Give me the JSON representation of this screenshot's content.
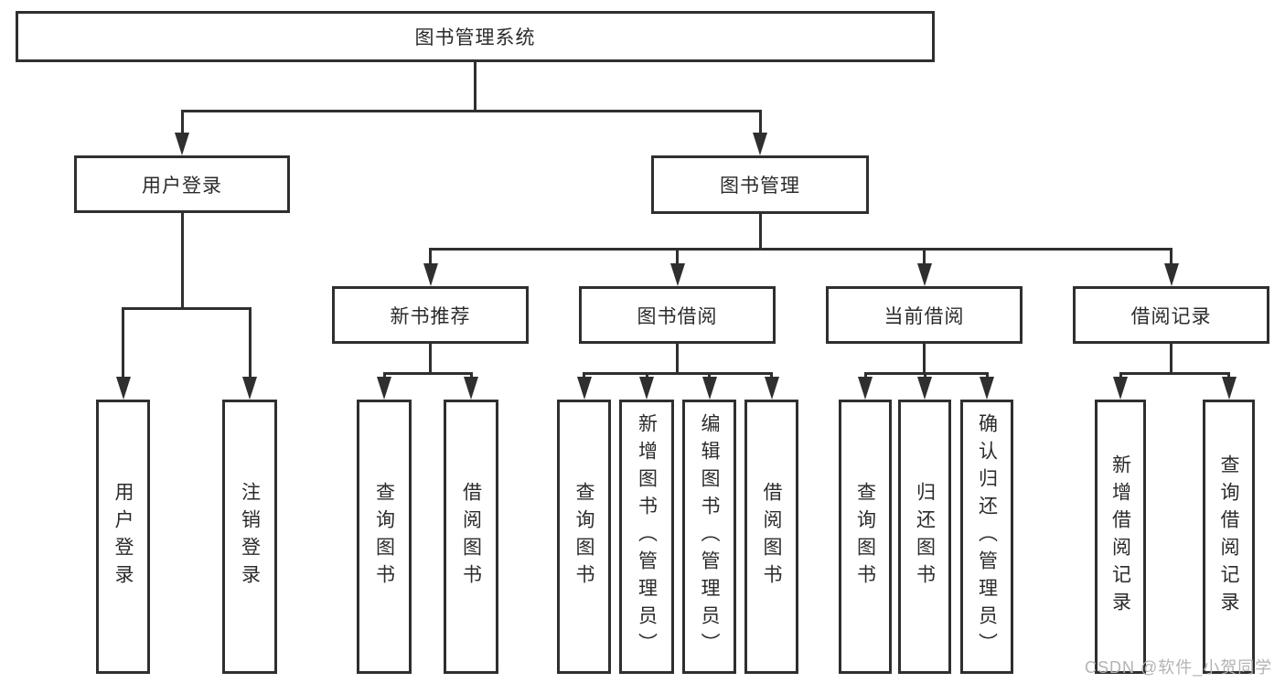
{
  "diagram_title": "图书管理系统",
  "tree": {
    "id": "root",
    "label": "图书管理系统",
    "children": [
      {
        "id": "user-login",
        "label": "用户登录",
        "children": [
          {
            "id": "leaf-user-login",
            "label": "用户登录"
          },
          {
            "id": "leaf-logout",
            "label": "注销登录"
          }
        ]
      },
      {
        "id": "book-mgmt",
        "label": "图书管理",
        "children": [
          {
            "id": "new-book-rec",
            "label": "新书推荐",
            "children": [
              {
                "id": "nbr-query",
                "label": "查询图书"
              },
              {
                "id": "nbr-borrow",
                "label": "借阅图书"
              }
            ]
          },
          {
            "id": "book-borrow",
            "label": "图书借阅",
            "children": [
              {
                "id": "bb-query",
                "label": "查询图书"
              },
              {
                "id": "bb-add",
                "label": "新增图书（管理员）"
              },
              {
                "id": "bb-edit",
                "label": "编辑图书（管理员）"
              },
              {
                "id": "bb-borrow",
                "label": "借阅图书"
              }
            ]
          },
          {
            "id": "current-borrow",
            "label": "当前借阅",
            "children": [
              {
                "id": "cb-query",
                "label": "查询图书"
              },
              {
                "id": "cb-return",
                "label": "归还图书"
              },
              {
                "id": "cb-confirm",
                "label": "确认归还（管理员）"
              }
            ]
          },
          {
            "id": "borrow-records",
            "label": "借阅记录",
            "children": [
              {
                "id": "br-add",
                "label": "新增借阅记录"
              },
              {
                "id": "br-query",
                "label": "查询借阅记录"
              }
            ]
          }
        ]
      }
    ]
  },
  "watermark": "CSDN @软件_小贺同学",
  "colors": {
    "line": "#2f2f2f",
    "text": "#2b2b2b",
    "watermark": "#b3b3b3",
    "background": "#ffffff"
  }
}
